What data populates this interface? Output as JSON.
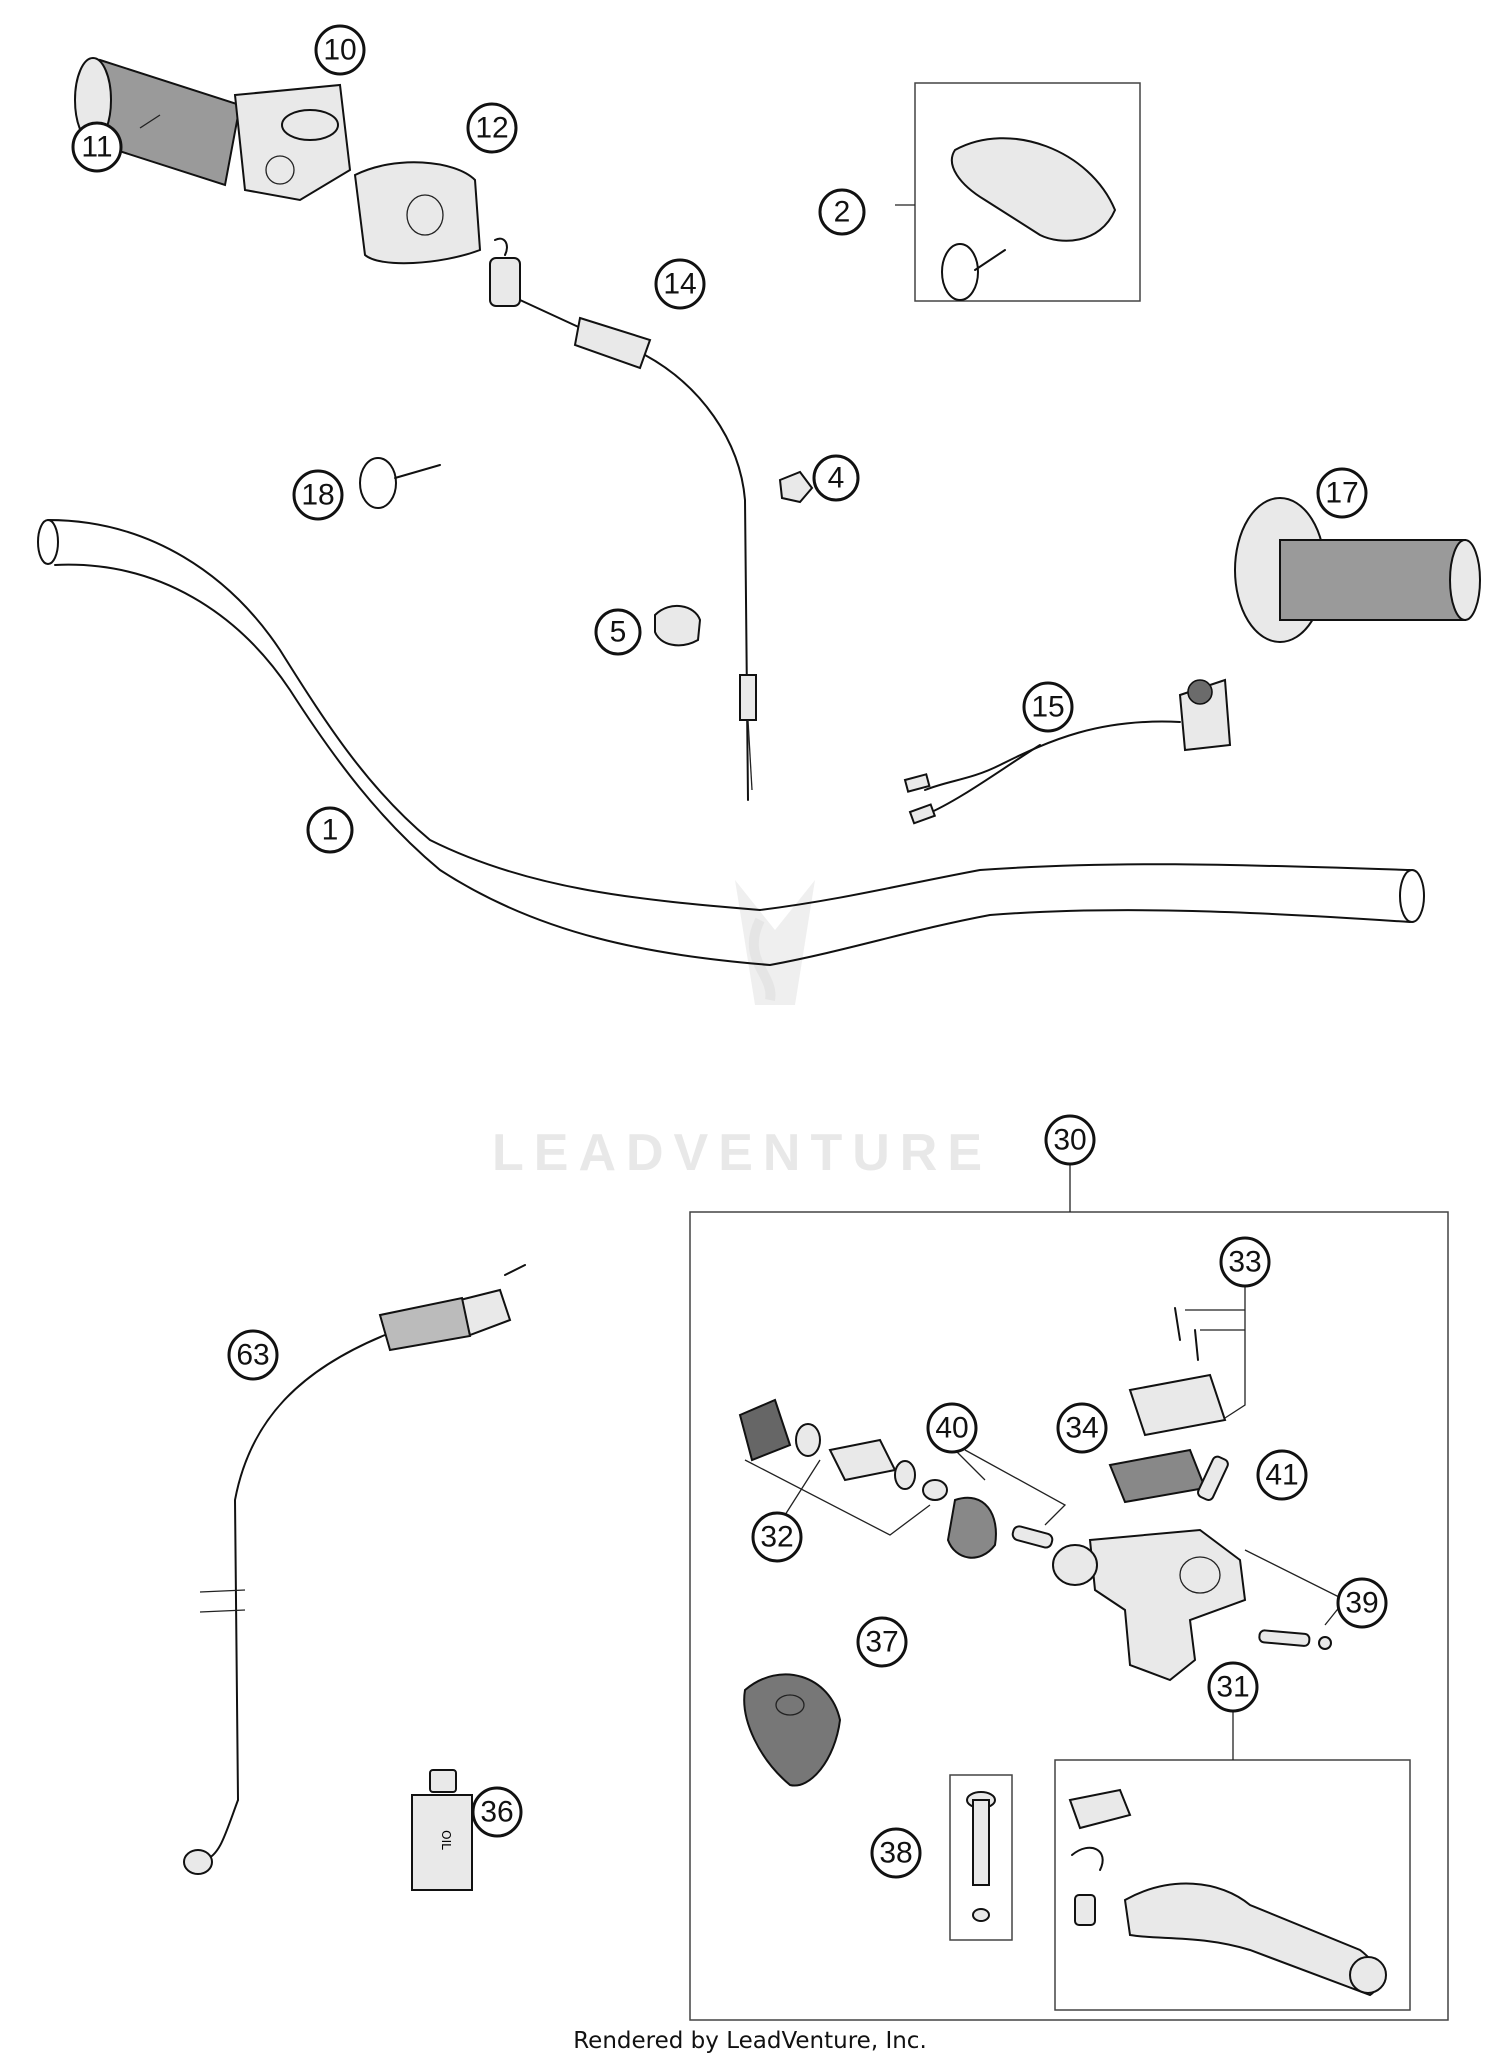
{
  "callouts": [
    "1",
    "2",
    "4",
    "5",
    "10",
    "11",
    "12",
    "14",
    "15",
    "17",
    "18",
    "30",
    "31",
    "32",
    "33",
    "34",
    "36",
    "37",
    "38",
    "39",
    "40",
    "41",
    "63"
  ],
  "watermark": {
    "logo_text": "LEADVENTURE"
  },
  "footer": {
    "text": "Rendered by LeadVenture, Inc."
  },
  "colors": {
    "line": "#111111",
    "part_fill": "#e9e9e9",
    "watermark": "#e6e6e6"
  }
}
